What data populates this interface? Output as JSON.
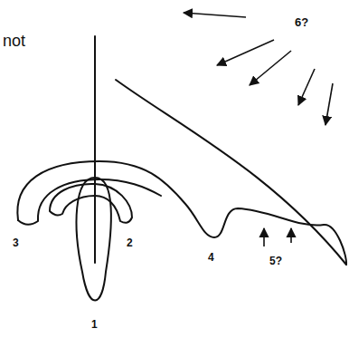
{
  "diagram": {
    "labels": [
      "not",
      "6?",
      "3",
      "2",
      "4",
      "5?",
      "1"
    ]
  }
}
